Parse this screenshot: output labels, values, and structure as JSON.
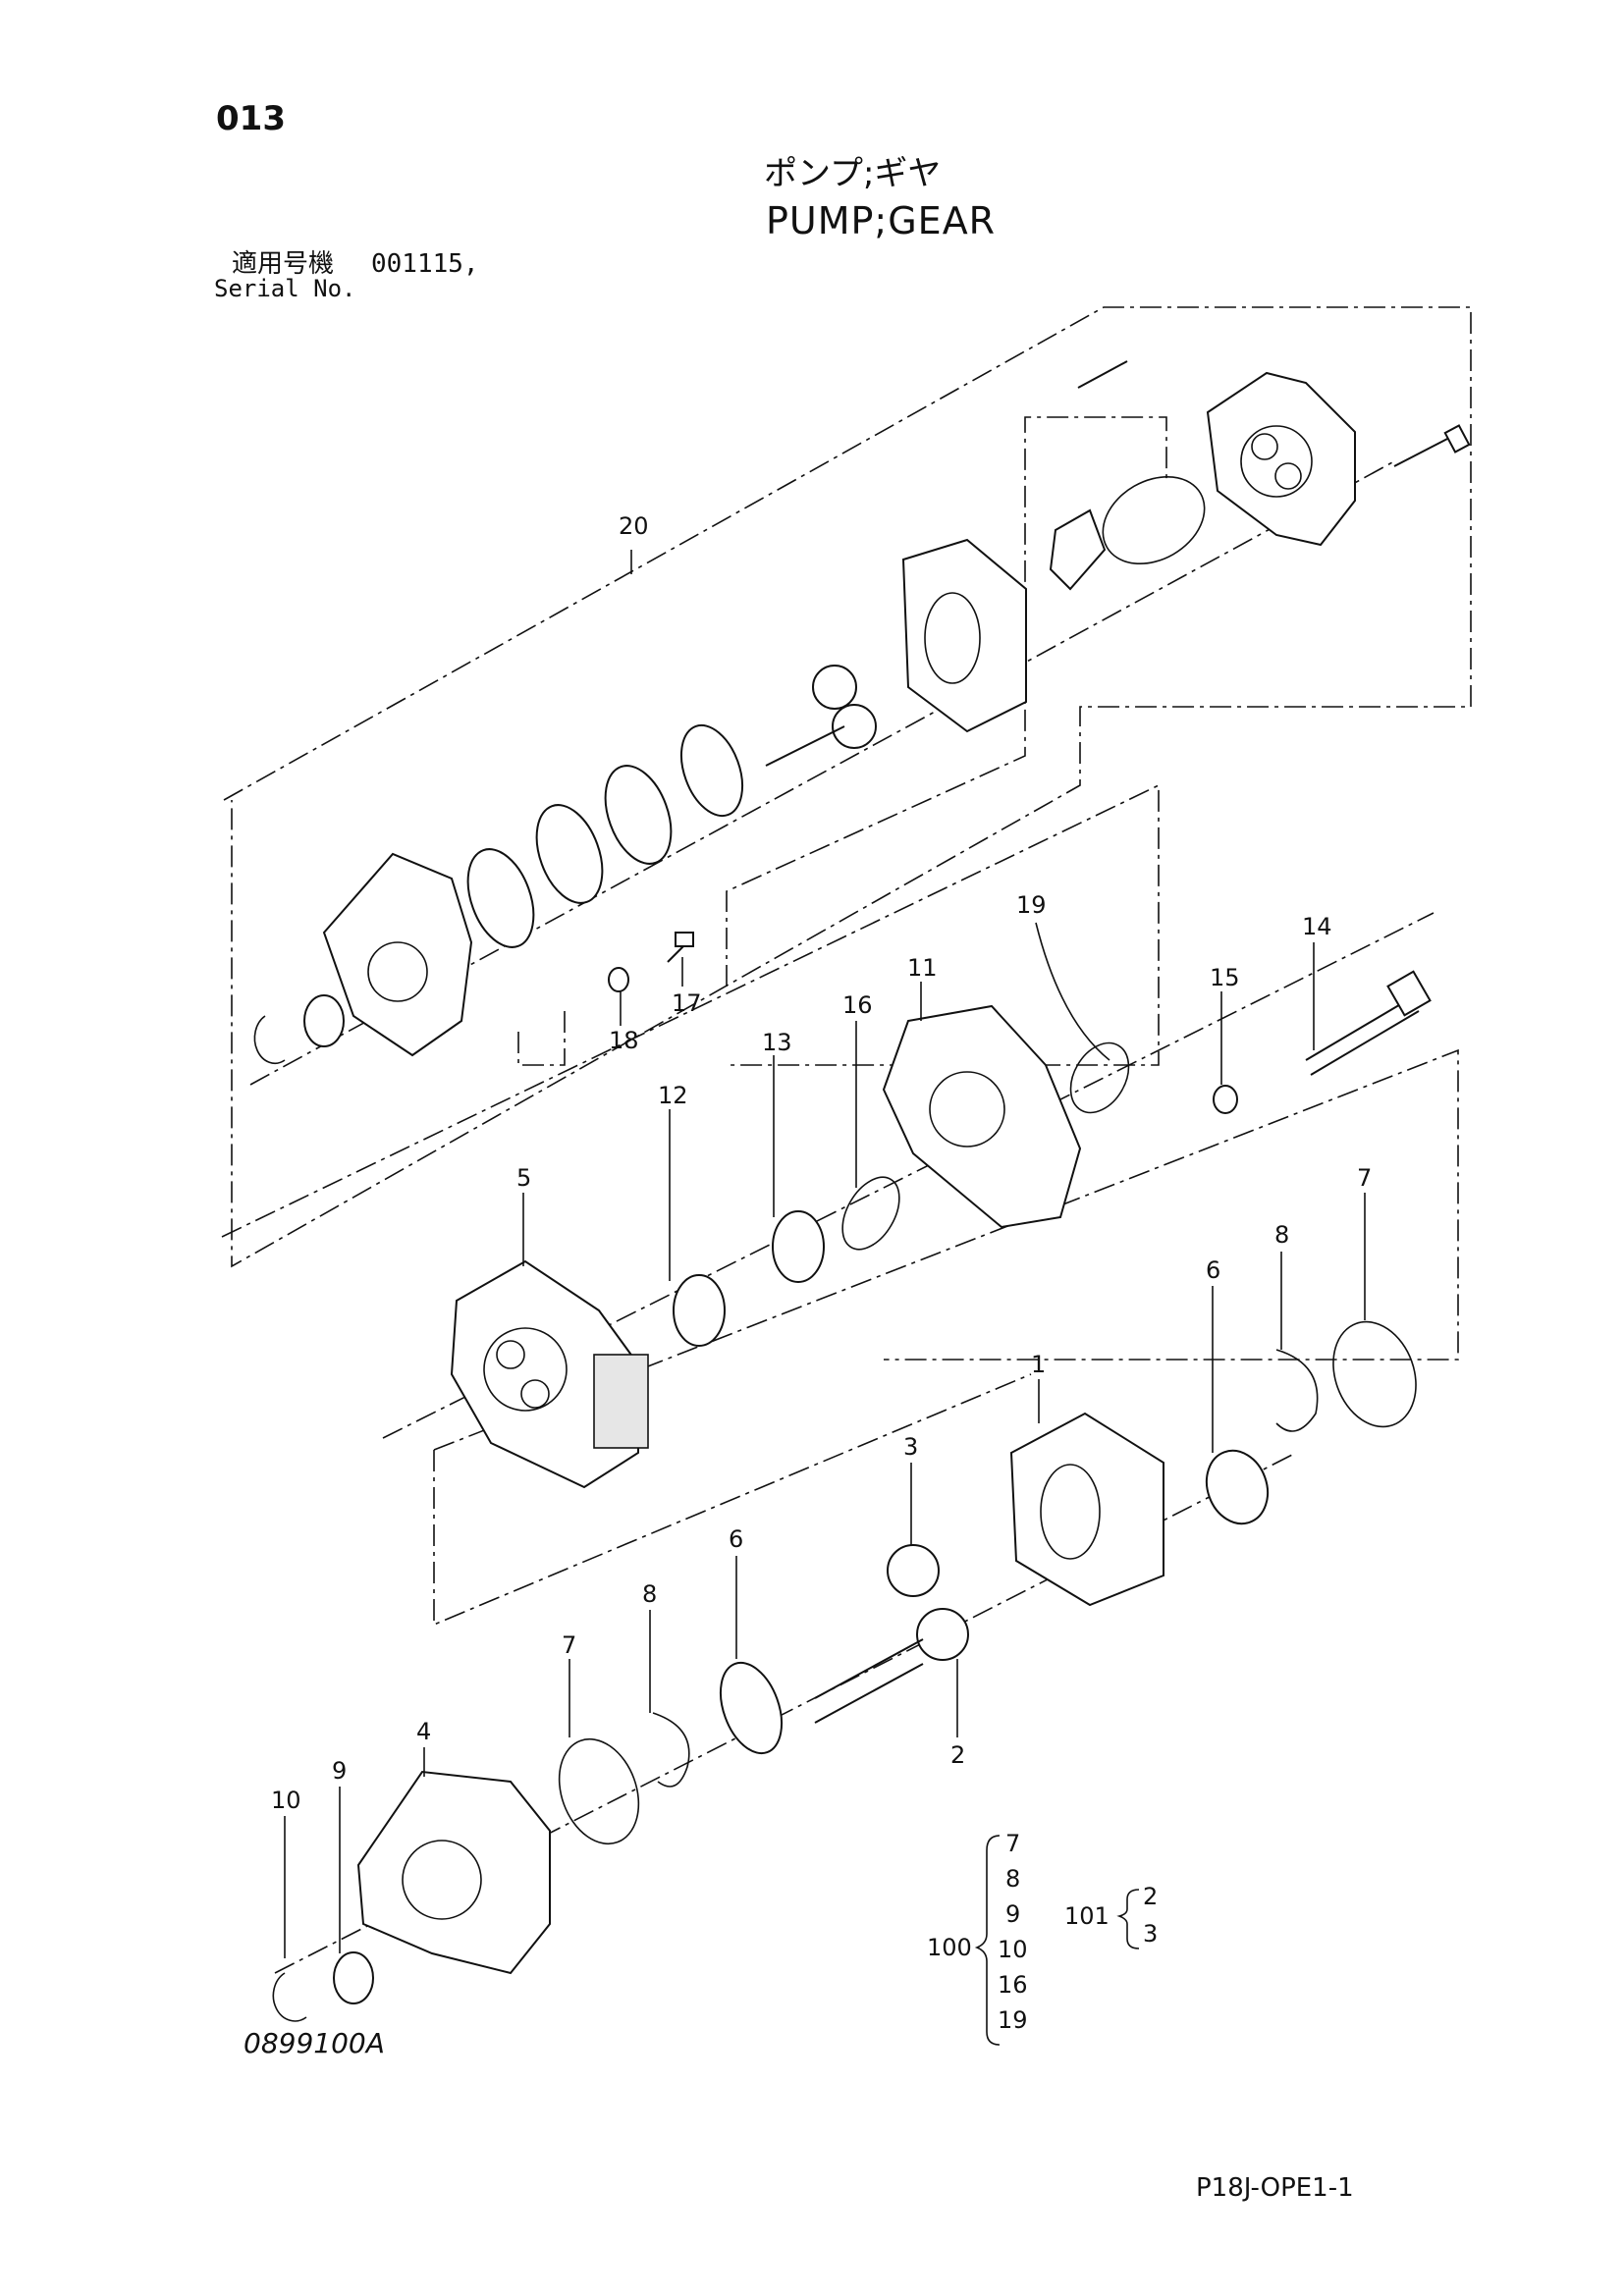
{
  "header": {
    "page_number": "013",
    "title_jp": "ポンプ;ギヤ",
    "title_en": "PUMP;GEAR",
    "serial_label_jp": "適用号機",
    "serial_value": "001115,",
    "serial_label_en": "Serial No."
  },
  "callouts": [
    "20",
    "19",
    "11",
    "16",
    "13",
    "12",
    "5",
    "14",
    "15",
    "17",
    "18",
    "6",
    "8",
    "7",
    "1",
    "3",
    "6",
    "8",
    "2",
    "7",
    "4",
    "9",
    "10"
  ],
  "kits": {
    "kit_100": {
      "label": "100",
      "items": [
        "7",
        "8",
        "9",
        "10",
        "16",
        "19"
      ]
    },
    "kit_101": {
      "label": "101",
      "items": [
        "2",
        "3"
      ]
    }
  },
  "footer": {
    "drawing_code": "0899100A",
    "page_code": "P18J-OPE1-1"
  }
}
